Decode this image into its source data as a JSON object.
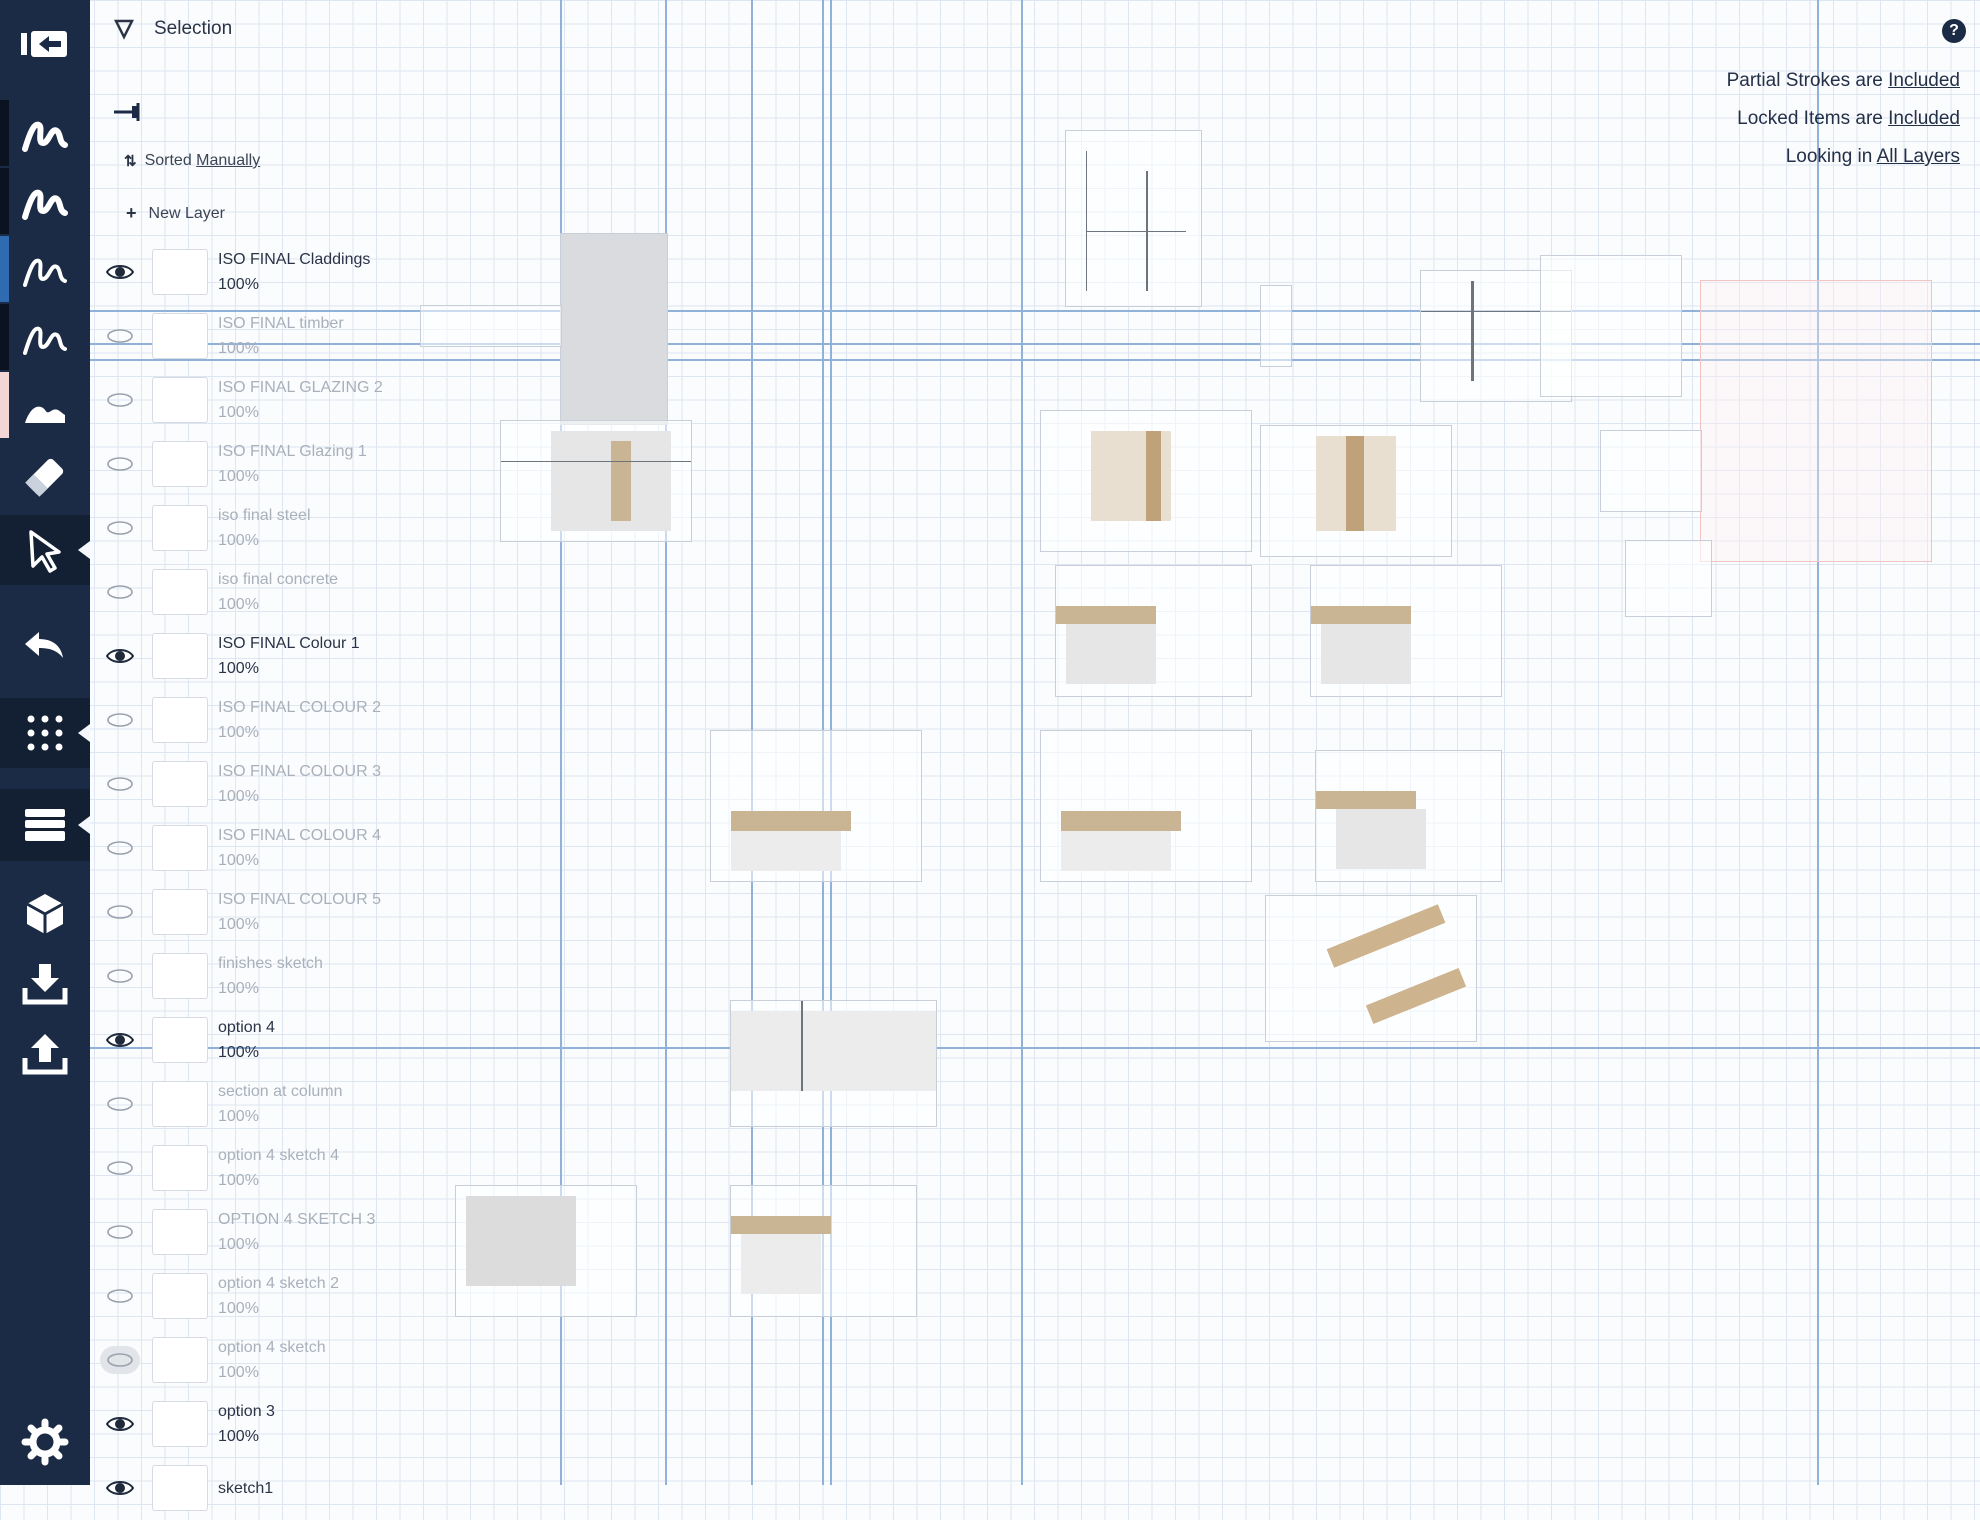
{
  "header": {
    "mode_label": "Selection",
    "sort_prefix": "Sorted",
    "sort_value": "Manually",
    "new_layer_label": "New Layer",
    "help_label": "?"
  },
  "selection_info": {
    "partial_strokes_prefix": "Partial Strokes are",
    "partial_strokes_value": "Included",
    "locked_items_prefix": "Locked Items are",
    "locked_items_value": "Included",
    "looking_in_prefix": "Looking in",
    "looking_in_value": "All Layers"
  },
  "toolbar": {
    "tools": [
      "exit-icon",
      "pen-icon",
      "pen-icon",
      "pen-icon",
      "pen-icon",
      "highlighter-icon",
      "eraser-icon",
      "selection-arrow-icon",
      "undo-icon",
      "grid-icon",
      "layers-icon",
      "cube-icon",
      "import-icon",
      "export-icon",
      "settings-icon"
    ],
    "swatch_colors": [
      "#0b1320",
      "#0b1320",
      "#2e6bb1",
      "#0b1320",
      "#f2d7d6"
    ]
  },
  "layers": [
    {
      "name": "ISO FINAL Claddings",
      "opacity": "100%",
      "visible": true
    },
    {
      "name": "ISO FINAL timber",
      "opacity": "100%",
      "visible": false
    },
    {
      "name": "ISO FINAL GLAZING 2",
      "opacity": "100%",
      "visible": false
    },
    {
      "name": "ISO FINAL Glazing 1",
      "opacity": "100%",
      "visible": false
    },
    {
      "name": "iso final steel",
      "opacity": "100%",
      "visible": false
    },
    {
      "name": "iso final concrete",
      "opacity": "100%",
      "visible": false
    },
    {
      "name": "ISO FINAL Colour 1",
      "opacity": "100%",
      "visible": true
    },
    {
      "name": "ISO FINAL COLOUR 2",
      "opacity": "100%",
      "visible": false
    },
    {
      "name": "ISO FINAL COLOUR 3",
      "opacity": "100%",
      "visible": false
    },
    {
      "name": "ISO FINAL COLOUR 4",
      "opacity": "100%",
      "visible": false
    },
    {
      "name": "ISO FINAL COLOUR 5",
      "opacity": "100%",
      "visible": false
    },
    {
      "name": "finishes sketch",
      "opacity": "100%",
      "visible": false
    },
    {
      "name": "option 4",
      "opacity": "100%",
      "visible": true
    },
    {
      "name": "section at column",
      "opacity": "100%",
      "visible": false
    },
    {
      "name": "option 4 sketch 4",
      "opacity": "100%",
      "visible": false
    },
    {
      "name": "OPTION 4 SKETCH 3",
      "opacity": "100%",
      "visible": false
    },
    {
      "name": "option 4 sketch 2",
      "opacity": "100%",
      "visible": false
    },
    {
      "name": "option 4 sketch",
      "opacity": "100%",
      "visible": false,
      "selected": true
    },
    {
      "name": "option 3",
      "opacity": "100%",
      "visible": true
    },
    {
      "name": "sketch1",
      "opacity": "",
      "visible": true
    }
  ]
}
